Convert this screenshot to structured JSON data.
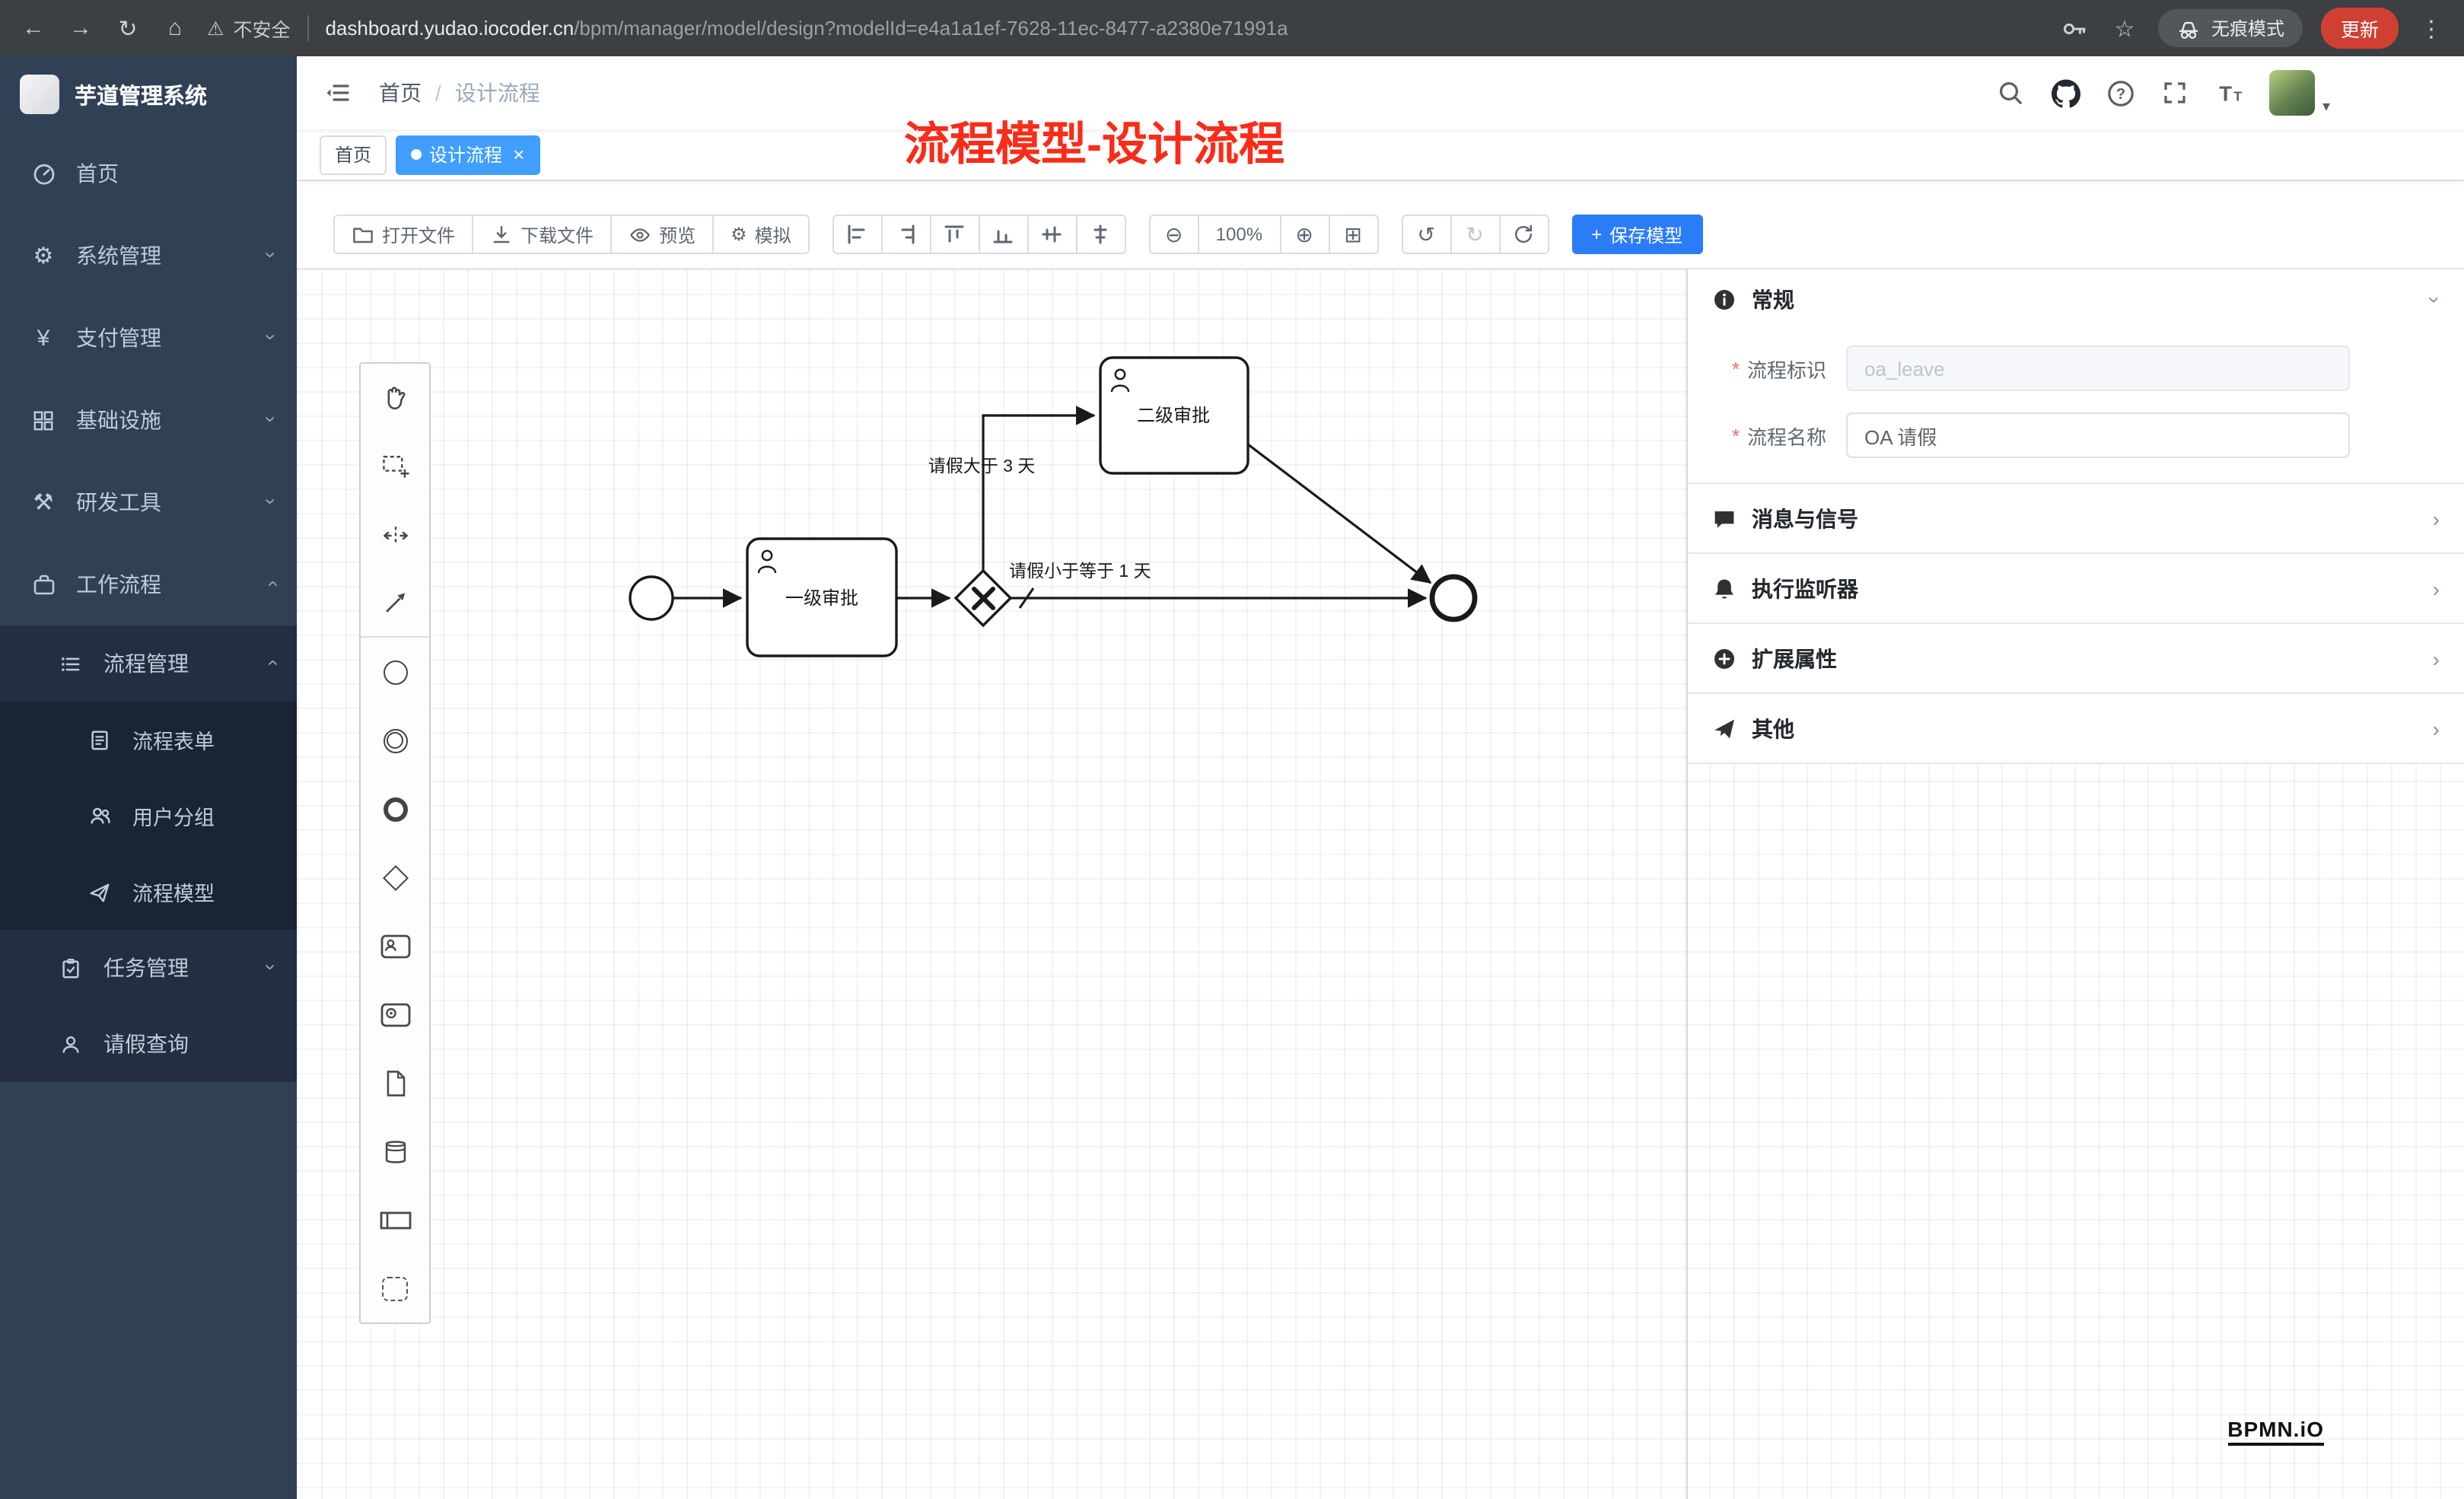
{
  "colors": {
    "annotation_red": "#fa2c19",
    "tab_active_blue": "#409eff",
    "save_blue": "#2b7cf7",
    "sidebar_bg": "#304156",
    "chrome_bg": "#3c4043",
    "update_red": "#cf4033"
  },
  "icons": {
    "back": "←",
    "forward": "→",
    "reload": "↻",
    "home": "⌂",
    "warning": "⚠",
    "star": "☆",
    "more": "⋮",
    "gear": "⚙",
    "yen": "¥",
    "tools": "⚒",
    "zoom_out": "⊖",
    "zoom_in": "⊕",
    "zoom_fit": "⊞",
    "undo": "↺",
    "redo": "↻",
    "plus": "+",
    "close": "×",
    "chevron": "›",
    "caret": "▾"
  },
  "browser": {
    "security_label": "不安全",
    "url_host": "dashboard.yudao.iocoder.cn",
    "url_path": "/bpm/manager/model/design?modelId=e4a1a1ef-7628-11ec-8477-a2380e71991a",
    "incognito_label": "无痕模式",
    "update_label": "更新"
  },
  "sidebar": {
    "app_title": "芋道管理系统",
    "items": [
      {
        "label": "首页"
      },
      {
        "label": "系统管理"
      },
      {
        "label": "支付管理"
      },
      {
        "label": "基础设施"
      },
      {
        "label": "研发工具"
      },
      {
        "label": "工作流程"
      },
      {
        "label": "流程管理"
      },
      {
        "label": "流程表单"
      },
      {
        "label": "用户分组"
      },
      {
        "label": "流程模型"
      },
      {
        "label": "任务管理"
      },
      {
        "label": "请假查询"
      }
    ]
  },
  "navbar": {
    "breadcrumb": {
      "home": "首页",
      "separator": "/",
      "current": "设计流程"
    }
  },
  "tags": {
    "home": "首页",
    "active": "设计流程"
  },
  "annotation": {
    "text": "流程模型-设计流程"
  },
  "toolbar": {
    "open": "打开文件",
    "download": "下载文件",
    "preview": "预览",
    "simulate": "模拟",
    "zoom_level": "100%",
    "save": "保存模型"
  },
  "diagram": {
    "task1": "一级审批",
    "task2": "二级审批",
    "flow_label_top": "请假大于 3 天",
    "flow_label_bottom": "请假小于等于 1 天"
  },
  "panel": {
    "sections": {
      "general": "常规",
      "message": "消息与信号",
      "listener": "执行监听器",
      "extension": "扩展属性",
      "other": "其他"
    },
    "fields": {
      "key_label": "流程标识",
      "key_value": "oa_leave",
      "name_label": "流程名称",
      "name_value": "OA 请假"
    }
  },
  "watermark": {
    "text": "BPMN.iO"
  }
}
